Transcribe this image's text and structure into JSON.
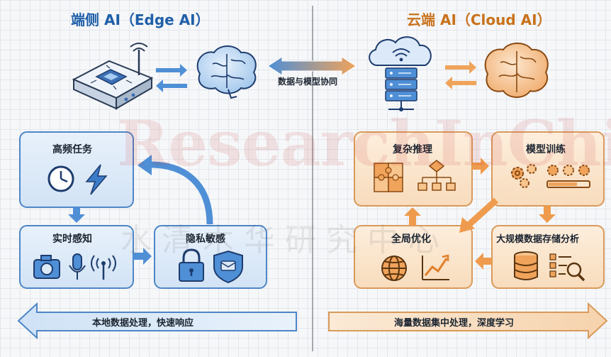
{
  "titles": {
    "edge": "端侧 AI（Edge AI）",
    "cloud": "云端 AI（Cloud AI）"
  },
  "sync_label": "数据与模型协同",
  "edge_nodes": {
    "high_freq": "高频任务",
    "realtime": "实时感知",
    "privacy": "隐私敏感"
  },
  "cloud_nodes": {
    "complex": "复杂推理",
    "training": "模型训练",
    "global_opt": "全局优化",
    "bigdata": "大规模数据存储分析"
  },
  "bands": {
    "edge": "本地数据处理，快速响应",
    "cloud": "海量数据集中处理，深度学习"
  },
  "watermark": {
    "line1": "ResearchInChina",
    "line2": "水清木华研究中心"
  },
  "colors": {
    "edge_accent": "#1f5fa8",
    "edge_fill": "#dce9f7",
    "edge_stroke": "#4d86c6",
    "cloud_accent": "#c9721c",
    "cloud_fill": "#fbe5cc",
    "cloud_stroke": "#d99a5b"
  },
  "icons": {
    "edge_device": "edge-router-chip-icon",
    "brain": "brain-icon",
    "cloud_server": "cloud-server-icon",
    "clock": "clock-icon",
    "lightning": "lightning-icon",
    "camera": "camera-icon",
    "microphone": "microphone-icon",
    "antenna": "antenna-icon",
    "lock": "lock-icon",
    "shield": "shield-icon",
    "puzzle": "puzzle-icon",
    "flowchart": "flowchart-icon",
    "gears": "gears-icon",
    "globe": "globe-icon",
    "line_chart": "line-chart-icon",
    "database": "database-icon",
    "data_search": "data-search-icon"
  }
}
